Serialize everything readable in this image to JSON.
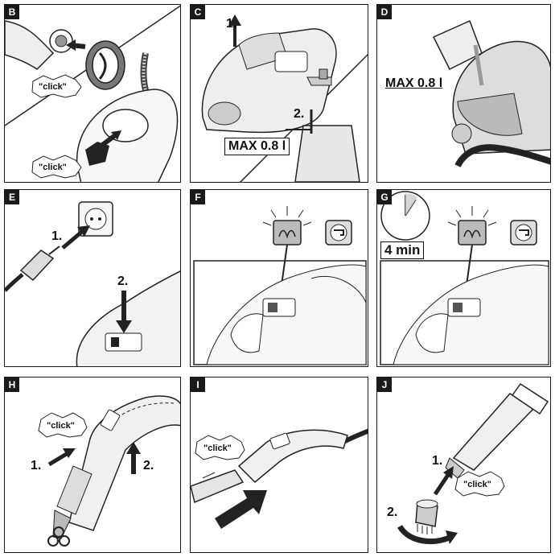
{
  "panels": [
    {
      "id": "B",
      "click": "\"click\""
    },
    {
      "id": "C",
      "step1": "1.",
      "step2": "2.",
      "max": "MAX 0.8 l"
    },
    {
      "id": "D",
      "max": "MAX 0.8 l"
    },
    {
      "id": "E",
      "step1": "1.",
      "step2": "2."
    },
    {
      "id": "F"
    },
    {
      "id": "G",
      "time": "4 min"
    },
    {
      "id": "H",
      "click": "\"click\"",
      "step1": "1.",
      "step2": "2."
    },
    {
      "id": "I",
      "click": "\"click\""
    },
    {
      "id": "J",
      "click": "\"click\"",
      "step1": "1.",
      "step2": "2."
    }
  ]
}
